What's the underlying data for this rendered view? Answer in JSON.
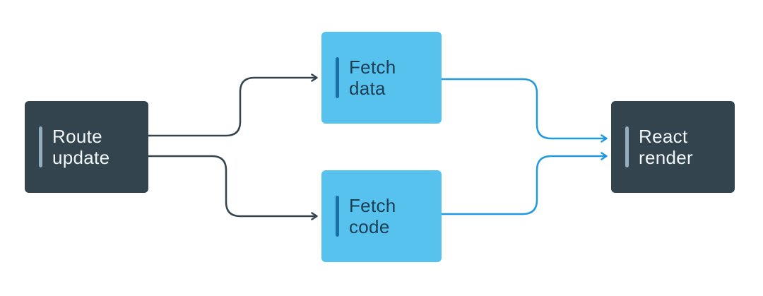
{
  "diagram": {
    "nodes": {
      "route_update": {
        "label": "Route\nupdate",
        "type": "dark"
      },
      "fetch_data": {
        "label": "Fetch\ndata",
        "type": "light"
      },
      "fetch_code": {
        "label": "Fetch\ncode",
        "type": "light"
      },
      "react_render": {
        "label": "React\nrender",
        "type": "dark"
      }
    },
    "edges": [
      {
        "from": "route_update",
        "to": "fetch_data",
        "style": "dark"
      },
      {
        "from": "route_update",
        "to": "fetch_code",
        "style": "dark"
      },
      {
        "from": "fetch_data",
        "to": "react_render",
        "style": "blue"
      },
      {
        "from": "fetch_code",
        "to": "react_render",
        "style": "blue"
      }
    ],
    "colors": {
      "background": "#ffffff",
      "dark_box": "#33444f",
      "dark_box_text": "#f2f6f8",
      "dark_box_accent": "#93aebf",
      "light_box": "#57c2ee",
      "light_box_text": "#1c3e54",
      "light_box_accent": "#1a6fa5",
      "dark_arrow": "#33444f",
      "blue_arrow": "#2099df"
    }
  }
}
